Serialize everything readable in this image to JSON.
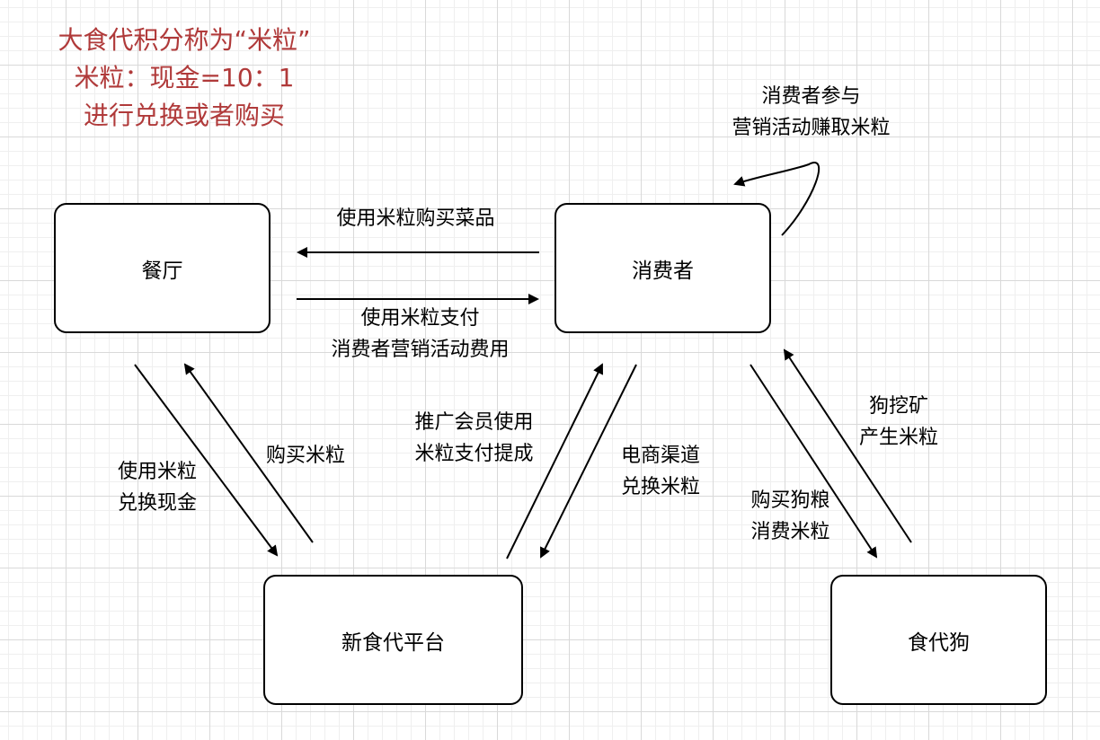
{
  "colors": {
    "note_text": "#b03a3a",
    "stroke": "#000000"
  },
  "note": {
    "lines": [
      "大食代积分称为“米粒”",
      "米粒：现金=10：1",
      "进行兑换或者购买"
    ]
  },
  "nodes": {
    "restaurant": "餐厅",
    "consumer": "消费者",
    "platform": "新食代平台",
    "dog": "食代狗"
  },
  "edges": {
    "consumer_to_restaurant": [
      "使用米粒购买菜品"
    ],
    "restaurant_to_consumer": [
      "使用米粒支付",
      "消费者营销活动费用"
    ],
    "consumer_self_loop": [
      "消费者参与",
      "营销活动赚取米粒"
    ],
    "restaurant_to_platform": [
      "使用米粒",
      "兑换现金"
    ],
    "platform_to_restaurant": [
      "购买米粒"
    ],
    "platform_to_consumer": [
      "推广会员使用",
      "米粒支付提成"
    ],
    "consumer_to_platform": [
      "电商渠道",
      "兑换米粒"
    ],
    "consumer_to_dog": [
      "购买狗粮",
      "消费米粒"
    ],
    "dog_to_consumer": [
      "狗挖矿",
      "产生米粒"
    ]
  }
}
